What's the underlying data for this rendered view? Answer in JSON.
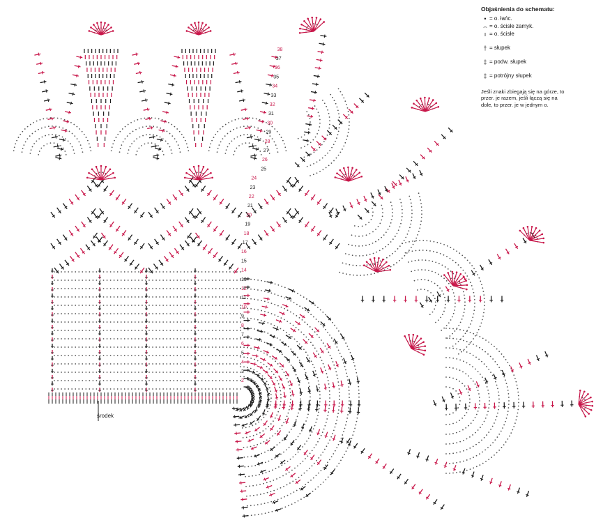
{
  "legend": {
    "title": "Objaśnienia do schematu:",
    "items": [
      {
        "symbol": "•",
        "label": "= o. łańc."
      },
      {
        "symbol": "⌢",
        "label": "= o. ścisłe zamyk."
      },
      {
        "symbol": "ı",
        "label": "= o. ścisłe"
      },
      {
        "symbol": "†",
        "label": "= słupek"
      },
      {
        "symbol": "‡",
        "label": "= podw. słupek"
      },
      {
        "symbol": "‡",
        "label": "= potrójny słupek"
      }
    ],
    "note": "Jeśli znaki zbiegają się na górze, to przer. je razem, jeśli łączą się na dole, to przer. je w jednym o."
  },
  "center_label": "środek",
  "row_numbers": [
    "2",
    "3",
    "4",
    "5",
    "6",
    "7",
    "8",
    "9",
    "10",
    "11",
    "12",
    "13",
    "14",
    "15",
    "16",
    "17",
    "18",
    "19",
    "20",
    "21",
    "22",
    "23",
    "24",
    "25",
    "26",
    "27",
    "28",
    "29",
    "30",
    "31",
    "32",
    "33",
    "34",
    "35",
    "36",
    "37",
    "38"
  ],
  "colors": {
    "black": "#1c1c1c",
    "red": "#c8174a",
    "dot": "#555555",
    "background": "#ffffff"
  }
}
